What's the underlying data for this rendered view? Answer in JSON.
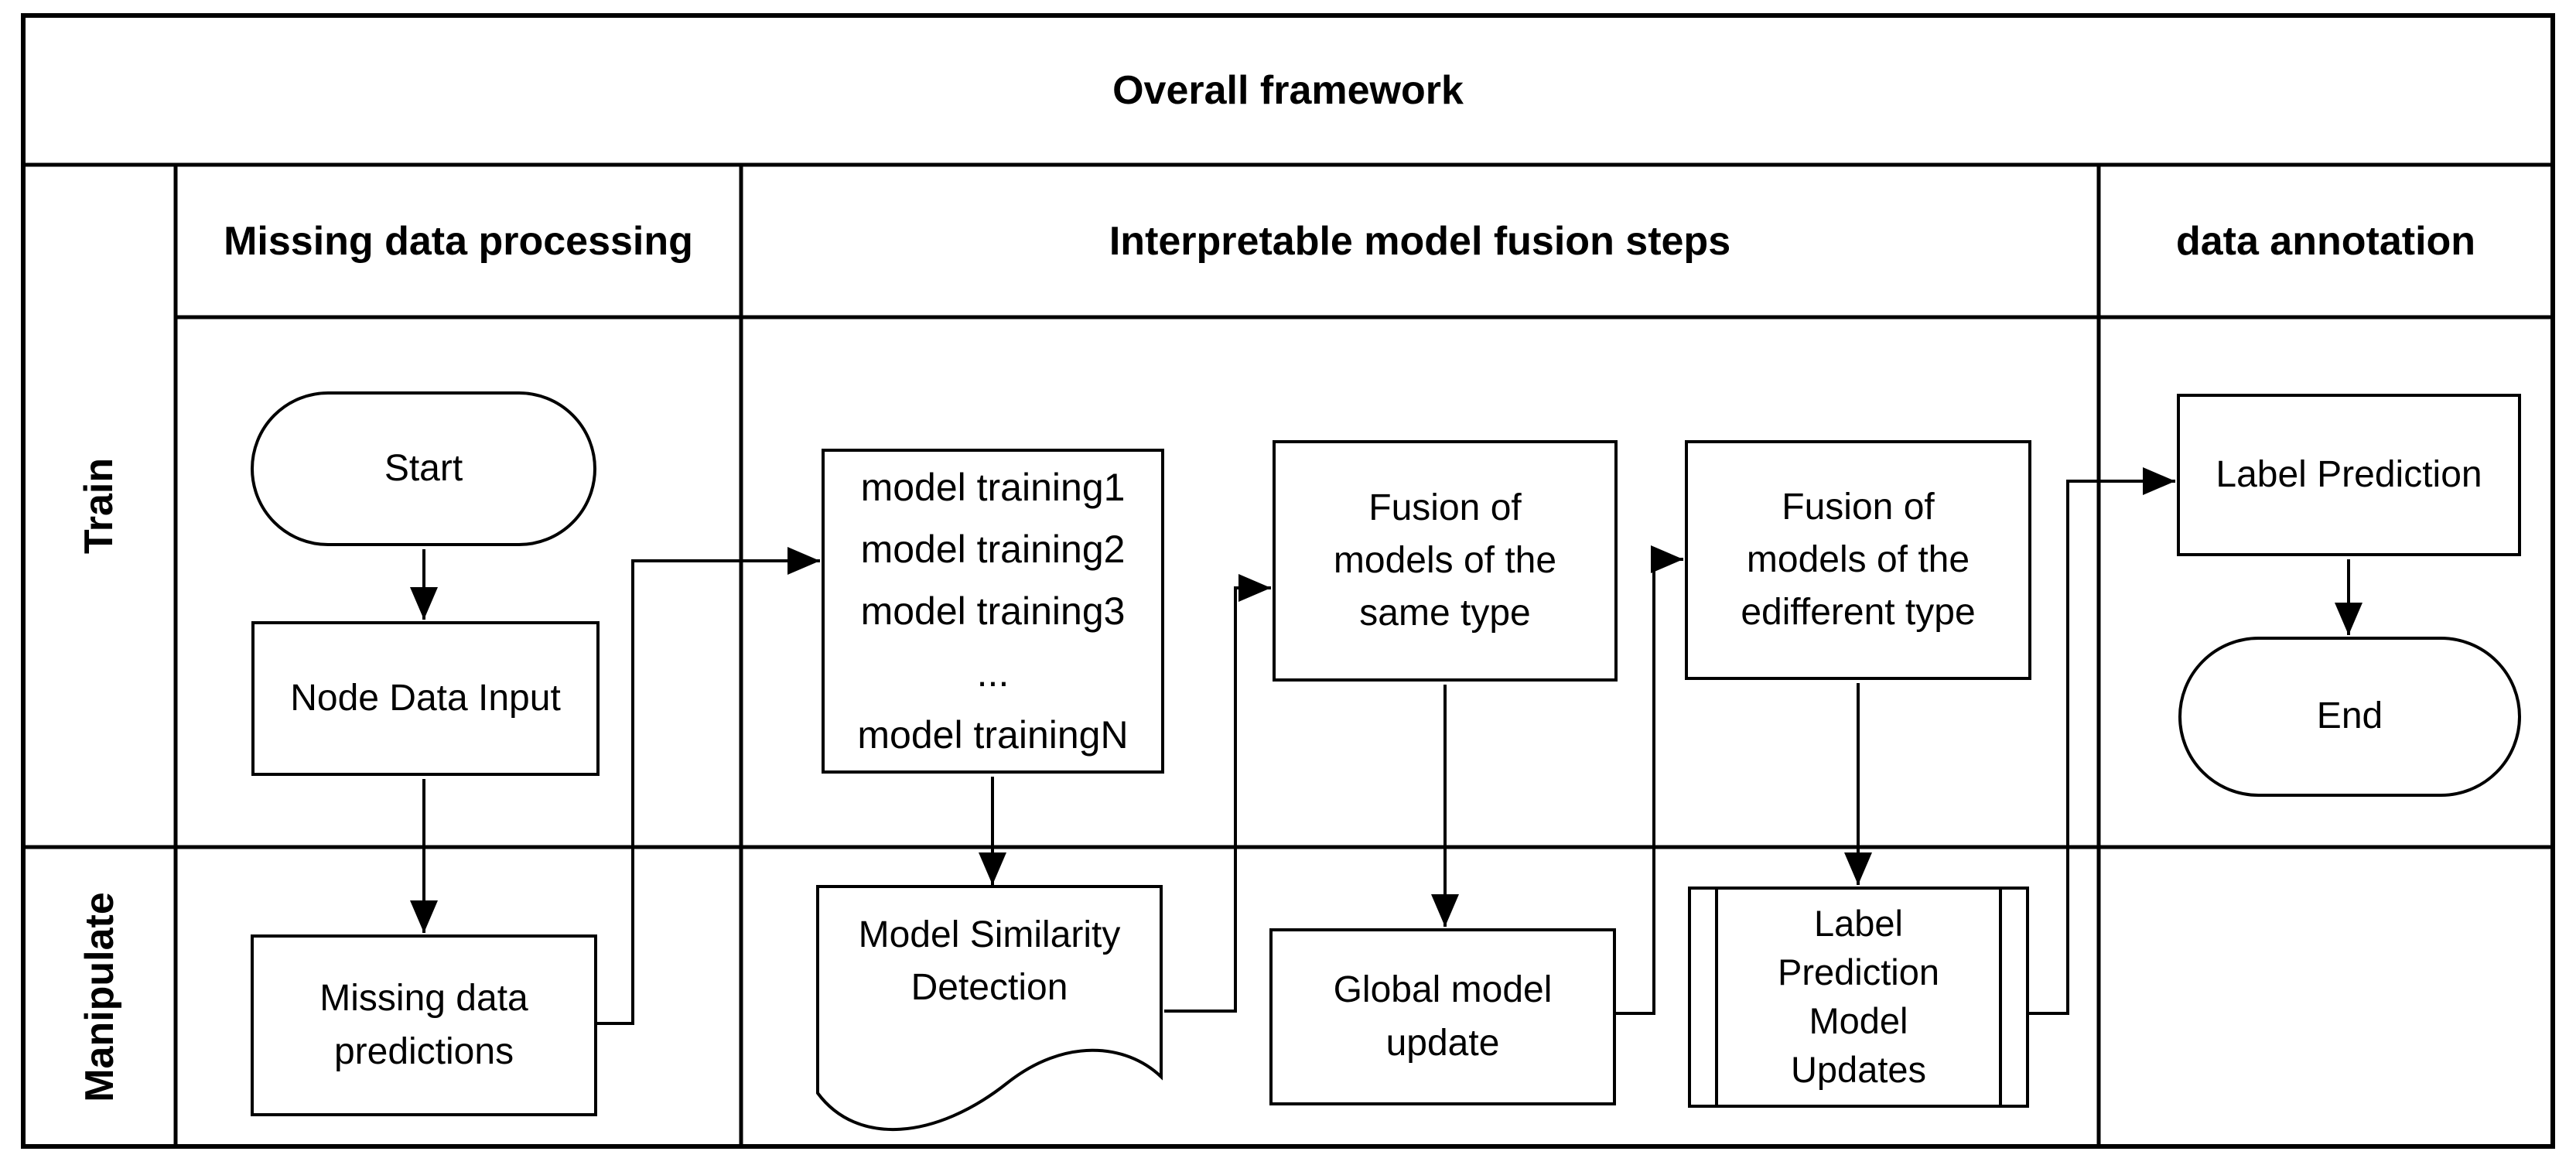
{
  "title": "Overall framework",
  "lanes": {
    "columns": [
      {
        "label": "Missing data processing"
      },
      {
        "label": "Interpretable model fusion steps"
      },
      {
        "label": "data annotation"
      }
    ],
    "rows": [
      {
        "label": "Train"
      },
      {
        "label": "Manipulate"
      }
    ]
  },
  "nodes": {
    "start": {
      "label": "Start",
      "shape": "stadium"
    },
    "node_data_input": {
      "label": "Node Data Input",
      "shape": "rectangle"
    },
    "missing_data_predictions": {
      "lines": [
        "Missing data",
        "predictions"
      ],
      "shape": "rectangle"
    },
    "model_training": {
      "lines": [
        "model training1",
        "model training2",
        "model training3",
        "...",
        "model trainingN"
      ],
      "shape": "rectangle"
    },
    "model_similarity_detection": {
      "lines": [
        "Model Similarity",
        "Detection"
      ],
      "shape": "document"
    },
    "fusion_same_type": {
      "lines": [
        "Fusion of",
        "models of the",
        "same type"
      ],
      "shape": "rectangle"
    },
    "global_model_update": {
      "lines": [
        "Global model",
        "update"
      ],
      "shape": "rectangle"
    },
    "fusion_different_type": {
      "lines": [
        "Fusion of",
        "models of the",
        "edifferent type"
      ],
      "shape": "rectangle"
    },
    "label_prediction_model_updates": {
      "lines": [
        "Label",
        "Prediction",
        "Model",
        "Updates"
      ],
      "shape": "predefined-process"
    },
    "label_prediction": {
      "label": "Label Prediction",
      "shape": "rectangle"
    },
    "end": {
      "label": "End",
      "shape": "stadium"
    }
  },
  "colors": {
    "stroke": "#000000",
    "background": "#ffffff"
  }
}
